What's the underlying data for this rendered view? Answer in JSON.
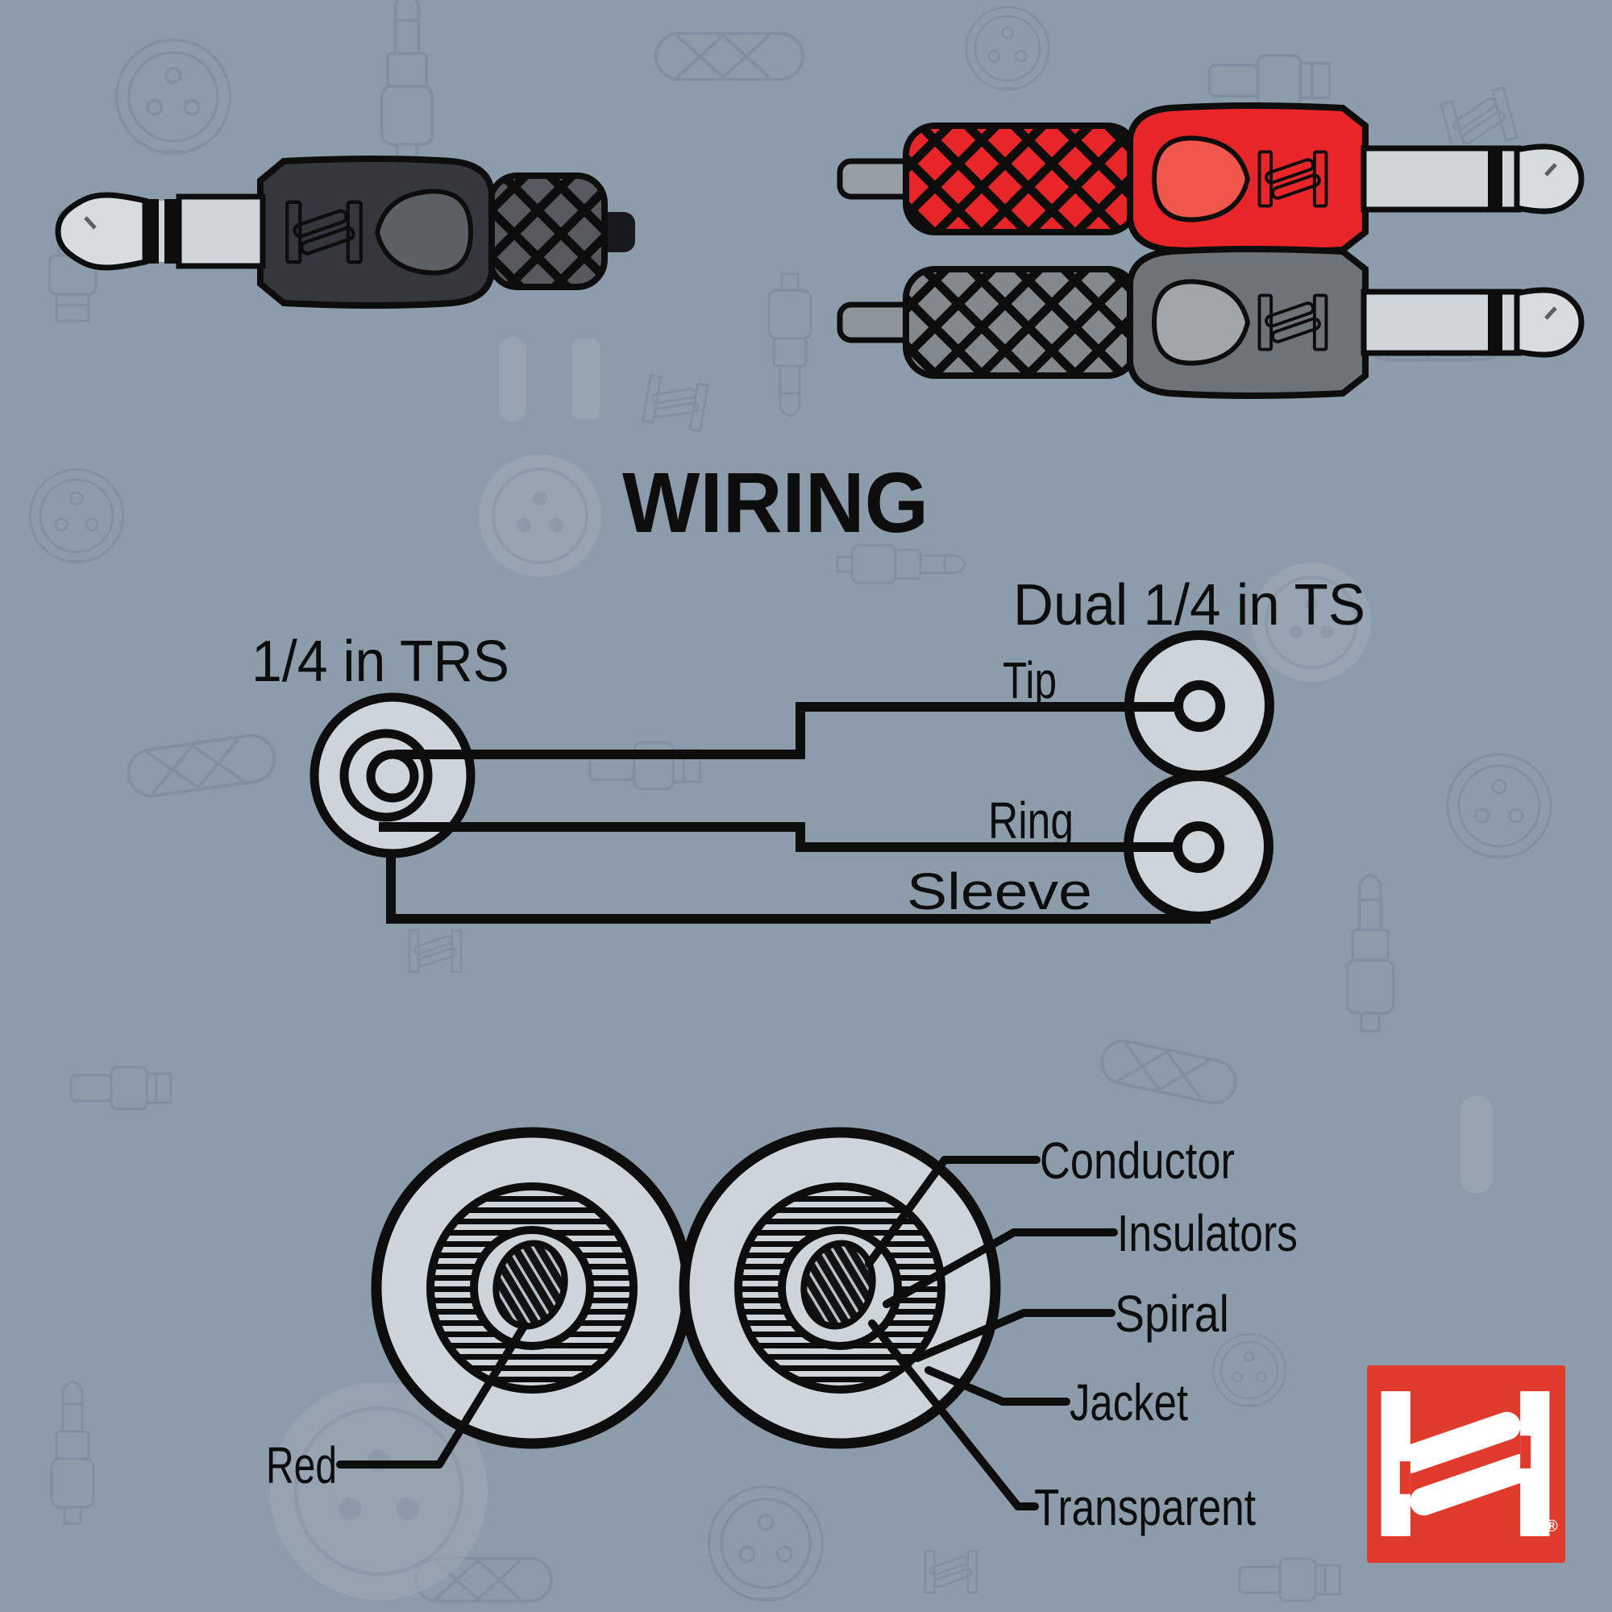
{
  "title": "WIRING",
  "colors": {
    "background": "#8d9caa",
    "ink": "#0d0d0d",
    "diagram_fill": "#cdd5db",
    "hosa_red": "#e03a2c",
    "plug_red": "#e8262a",
    "plug_dark_gray": "#35393d",
    "plug_light_gray": "#83888c",
    "metal_silver": "#d3d8db"
  },
  "hero_plugs": {
    "left_icon": "trs-quarter-inch-plug",
    "top_right_icon": "red-ts-quarter-inch-plug",
    "bottom_right_icon": "gray-ts-quarter-inch-plug"
  },
  "wiring_diagram": {
    "source_label": "1/4 in TRS",
    "destination_label": "Dual 1/4 in TS",
    "wires": [
      {
        "name": "Tip"
      },
      {
        "name": "Ring"
      },
      {
        "name": "Sleeve"
      }
    ]
  },
  "cross_section": {
    "callouts": {
      "conductor": "Conductor",
      "insulators": "Insulators",
      "spiral": "Spiral",
      "jacket": "Jacket",
      "left_insulator_color": "Red",
      "right_insulator_color": "Transparent"
    }
  },
  "logo": {
    "icon": "hosa-h-logo",
    "registered_mark": "®"
  }
}
